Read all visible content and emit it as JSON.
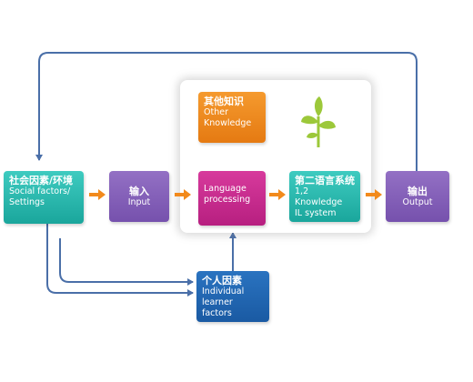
{
  "boxes": {
    "social": {
      "zh": "社会因素/环境",
      "en1": "Social factors/",
      "en2": "Settings"
    },
    "input": {
      "zh": "输入",
      "en": "Input"
    },
    "other": {
      "zh": "其他知识",
      "en1": "Other",
      "en2": "Knowledge"
    },
    "language": {
      "en1": "Language",
      "en2": "processing"
    },
    "l2": {
      "zh": "第二语言系统",
      "en1": "1,2 Knowledge",
      "en2": "IL system"
    },
    "output": {
      "zh": "输出",
      "en": "Output"
    },
    "individual": {
      "zh": "个人因素",
      "en1": "Individual",
      "en2": "learner factors"
    }
  },
  "colors": {
    "teal": "#1aa69c",
    "purple": "#7651ad",
    "magenta": "#b71f80",
    "orange": "#e57a12",
    "blue": "#1a5aa3",
    "connector": "#4a6fa8",
    "arrow": "#f28a1c",
    "plant": "#9cc83a"
  },
  "icons": {
    "plant": "sprout-icon"
  }
}
